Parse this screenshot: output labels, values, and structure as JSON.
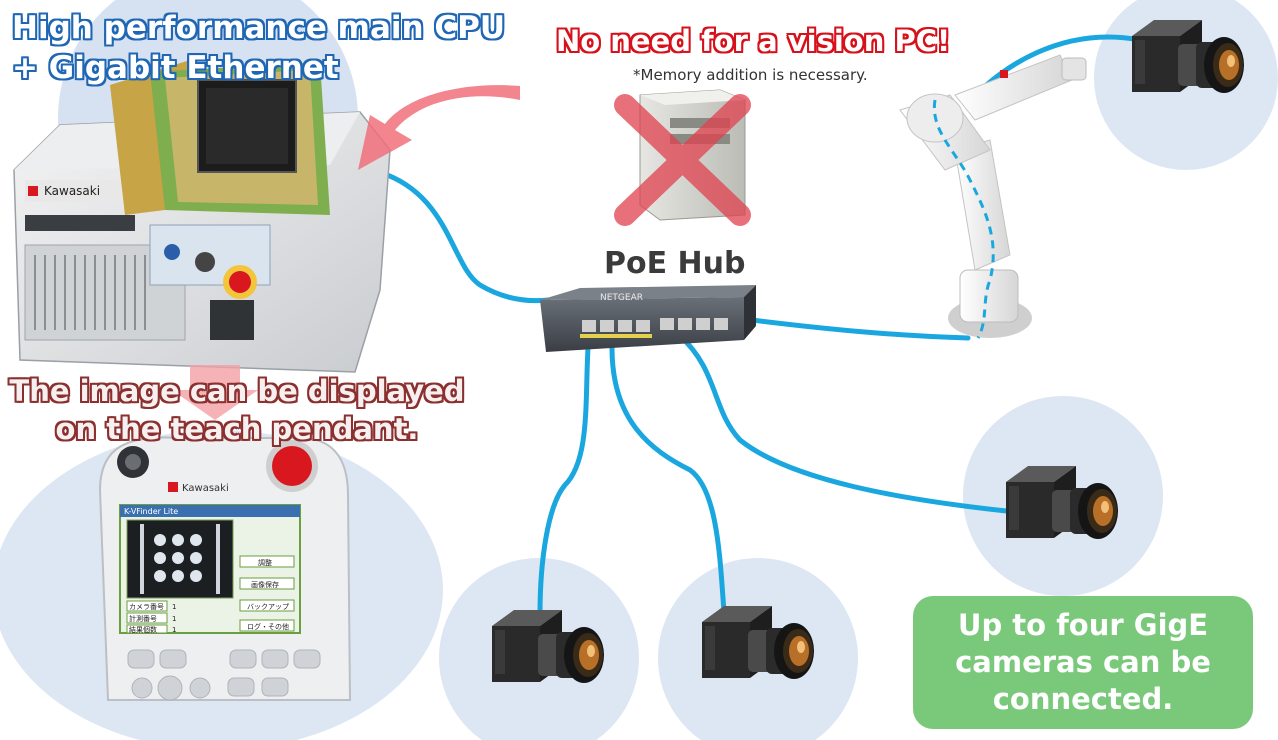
{
  "headline_cpu": [
    "High performance main CPU",
    "+ Gigabit Ethernet"
  ],
  "headline_pc": "No need for a vision PC!",
  "note_memory": "*Memory addition is necessary.",
  "hub_label": "PoE Hub",
  "headline_pendant": [
    "The image can be displayed",
    "on the teach pendant."
  ],
  "camera_note": [
    "Up to four GigE",
    "cameras can be",
    "connected."
  ],
  "brand_text": "Kawasaki",
  "pendant_screen": {
    "title": "K-VFinder Lite",
    "row_labels": [
      "カメラ番号",
      "計測番号",
      "結果個数"
    ],
    "row_values": [
      "1",
      "1",
      "1"
    ],
    "buttons": [
      "調整",
      "画像保存",
      "バックアップ",
      "ログ・その他"
    ]
  },
  "colors": {
    "cable": "#1aa7df",
    "circle": "#dde7f3",
    "green_box": "#7ac97b",
    "red_cross": "#e0414f",
    "arrow": "#f0707a"
  }
}
